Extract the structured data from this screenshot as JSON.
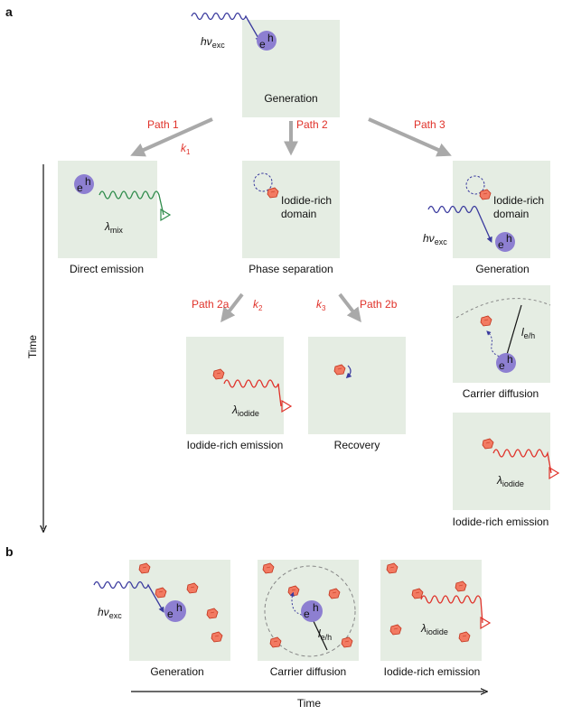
{
  "panels": {
    "a": "a",
    "b": "b"
  },
  "paths": {
    "p1": "Path 1",
    "p2": "Path 2",
    "p3": "Path 3",
    "p2a": "Path 2a",
    "p2b": "Path 2b",
    "k1": "k",
    "k1_sub": "1",
    "k2": "k",
    "k2_sub": "2",
    "k3": "k",
    "k3_sub": "3"
  },
  "labels": {
    "generation": "Generation",
    "direct_emission": "Direct emission",
    "phase_separation": "Phase separation",
    "generation_right": "Generation",
    "carrier_diffusion": "Carrier diffusion",
    "iodide_emission_right": "Iodide-rich emission",
    "iodide_emission_mid": "Iodide-rich emission",
    "recovery": "Recovery",
    "b_generation": "Generation",
    "b_diffusion": "Carrier diffusion",
    "b_emission": "Iodide-rich emission"
  },
  "in_box": {
    "generation_top": "Generation",
    "iodide_rich": "Iodide-rich",
    "domain": "domain",
    "iodide_rich_2": "Iodide-rich",
    "domain_2": "domain"
  },
  "symbols": {
    "e": "e",
    "h": "h",
    "h_nu": "hν",
    "exc": "exc",
    "lambda": "λ",
    "mix": "mix",
    "iodide": "iodide",
    "l": "l",
    "eh": "e/h"
  },
  "axes": {
    "time_vertical": "Time",
    "time_horizontal": "Time"
  },
  "colors": {
    "box": "#e5ede3",
    "purple": "#8d7fd1",
    "wave_blue": "#3a3a9e",
    "wave_green": "#2e8b4a",
    "wave_red": "#e0322a",
    "arrow_gray": "#a9a9a9",
    "domain_fill": "#f27a62"
  }
}
